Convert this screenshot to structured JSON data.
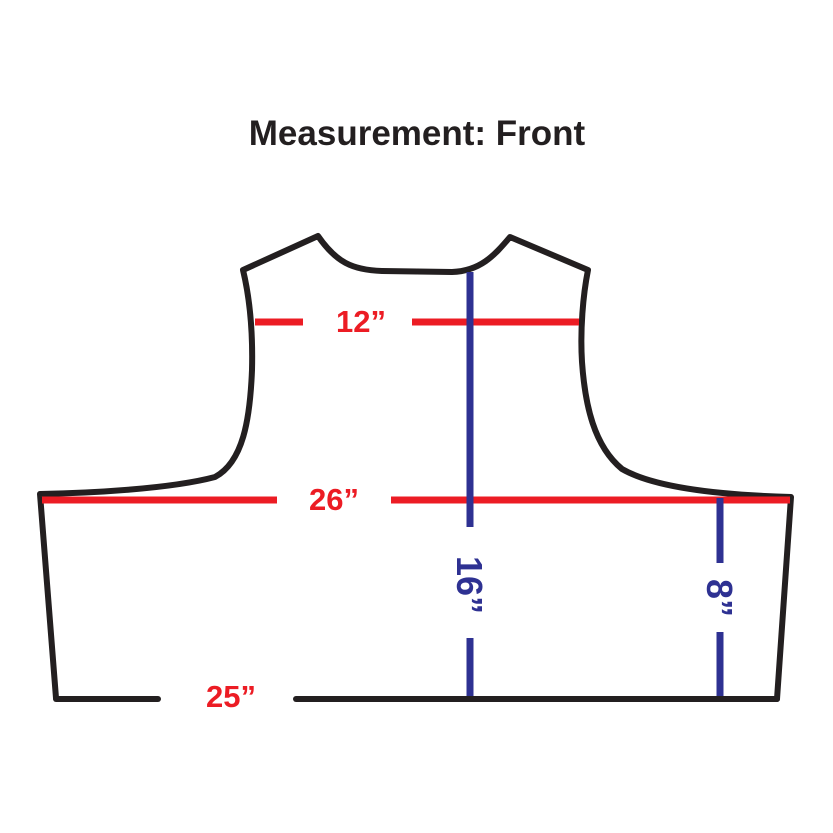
{
  "title": "Measurement: Front",
  "colors": {
    "ink": "#231F20",
    "red": "#EC1C24",
    "blue": "#2E3192",
    "bg": "#FFFFFF"
  },
  "diagram": {
    "subject": "vest front panel outline with dimension lines",
    "measurements": {
      "chest_width": {
        "label": "12”",
        "inches": 12,
        "axis": "horizontal",
        "color": "red"
      },
      "full_width": {
        "label": "26”",
        "inches": 26,
        "axis": "horizontal",
        "color": "red"
      },
      "bottom_width": {
        "label": "25”",
        "inches": 25,
        "axis": "horizontal",
        "color": "red"
      },
      "front_length": {
        "label": "16”",
        "inches": 16,
        "axis": "vertical",
        "color": "blue"
      },
      "side_length": {
        "label": "8”",
        "inches": 8,
        "axis": "vertical",
        "color": "blue"
      }
    }
  }
}
